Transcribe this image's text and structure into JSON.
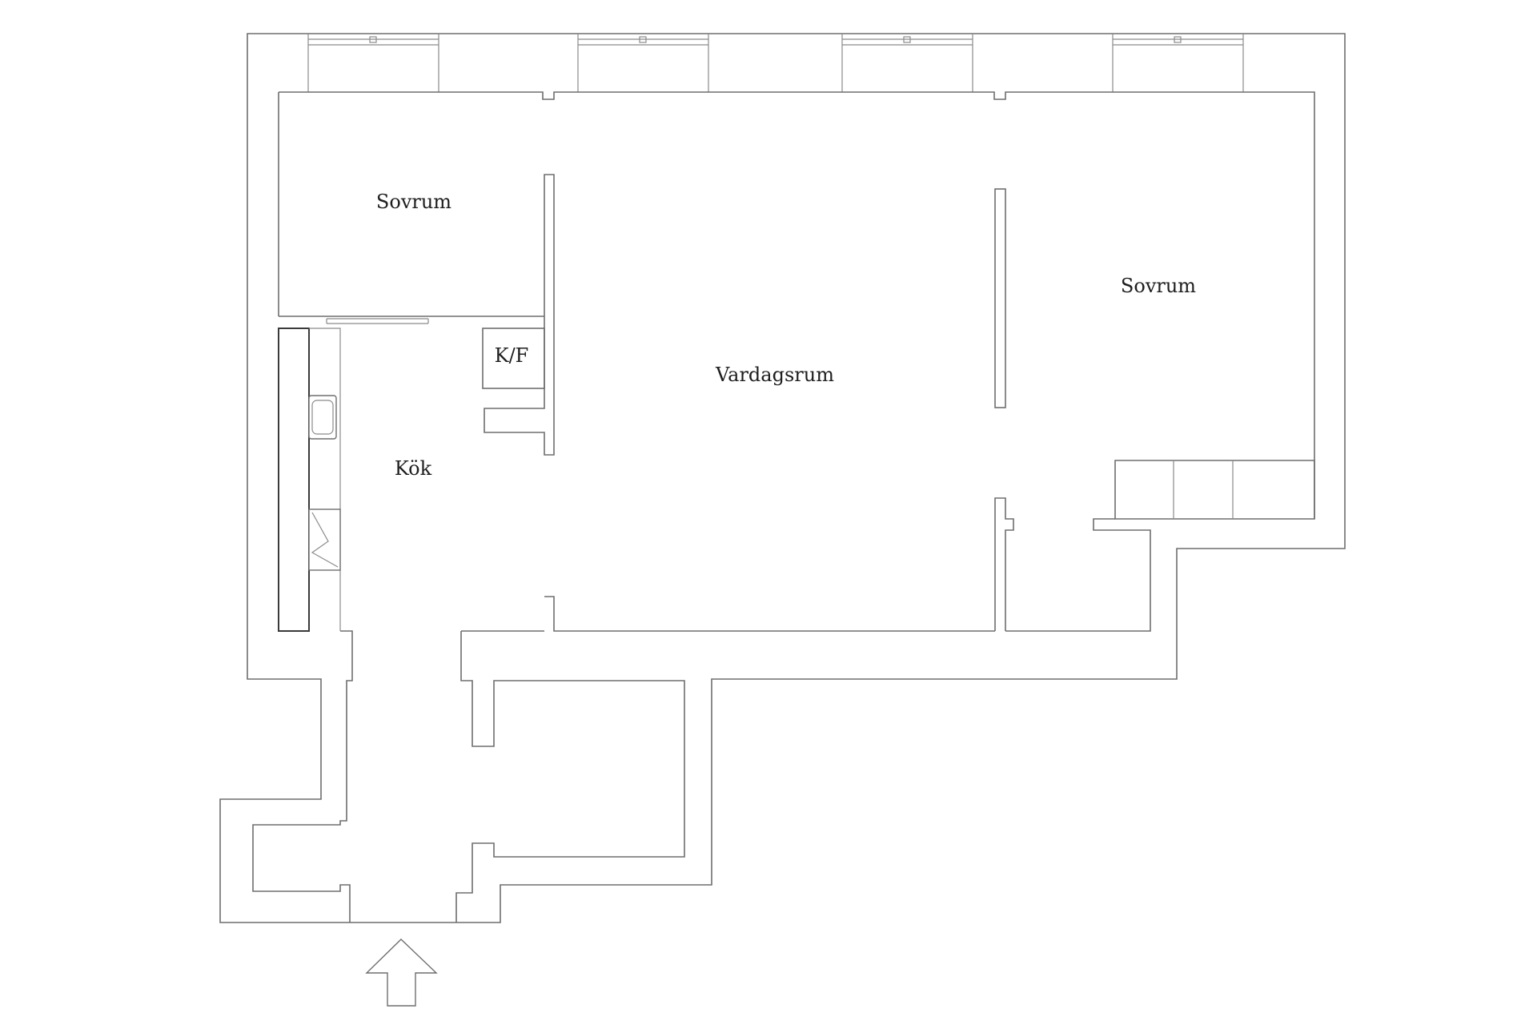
{
  "rooms": {
    "bedroom_1": "Sovrum",
    "bedroom_2": "Sovrum",
    "living_room": "Vardagsrum",
    "kitchen": "Kök",
    "fridge_freezer": "K/F"
  },
  "entrance": {
    "icon": "entrance-arrow-icon"
  },
  "colors": {
    "wall": "#6e6e6e",
    "label": "#1e1e1e",
    "background": "#ffffff"
  }
}
